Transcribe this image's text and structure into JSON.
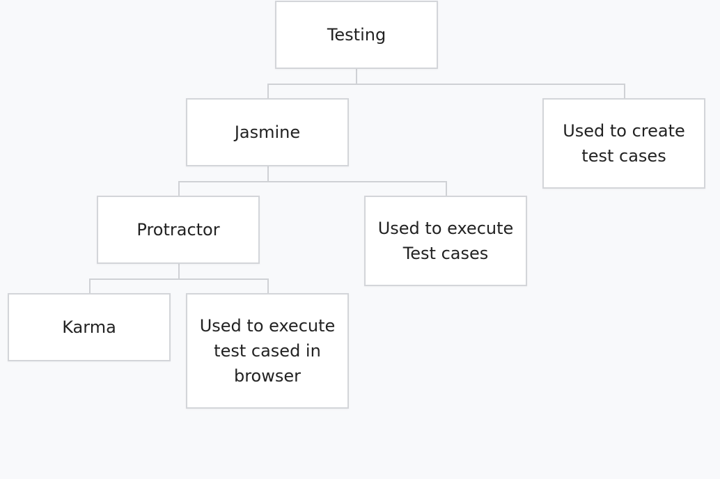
{
  "diagram": {
    "nodes": [
      {
        "id": "testing",
        "label": "Testing"
      },
      {
        "id": "jasmine",
        "label": "Jasmine"
      },
      {
        "id": "create",
        "label": "Used to create test cases"
      },
      {
        "id": "protractor",
        "label": "Protractor"
      },
      {
        "id": "execute",
        "label": "Used to execute Test cases"
      },
      {
        "id": "karma",
        "label": "Karma"
      },
      {
        "id": "browser",
        "label": "Used to execute test cased in browser"
      }
    ],
    "edges": [
      {
        "from": "testing",
        "to": "jasmine"
      },
      {
        "from": "testing",
        "to": "create"
      },
      {
        "from": "jasmine",
        "to": "protractor"
      },
      {
        "from": "jasmine",
        "to": "execute"
      },
      {
        "from": "protractor",
        "to": "karma"
      },
      {
        "from": "protractor",
        "to": "browser"
      }
    ],
    "colors": {
      "background": "#f8f9fb",
      "node_fill": "#ffffff",
      "node_border": "#d3d5d9",
      "connector": "#cfd1d5",
      "text": "#222222"
    }
  }
}
